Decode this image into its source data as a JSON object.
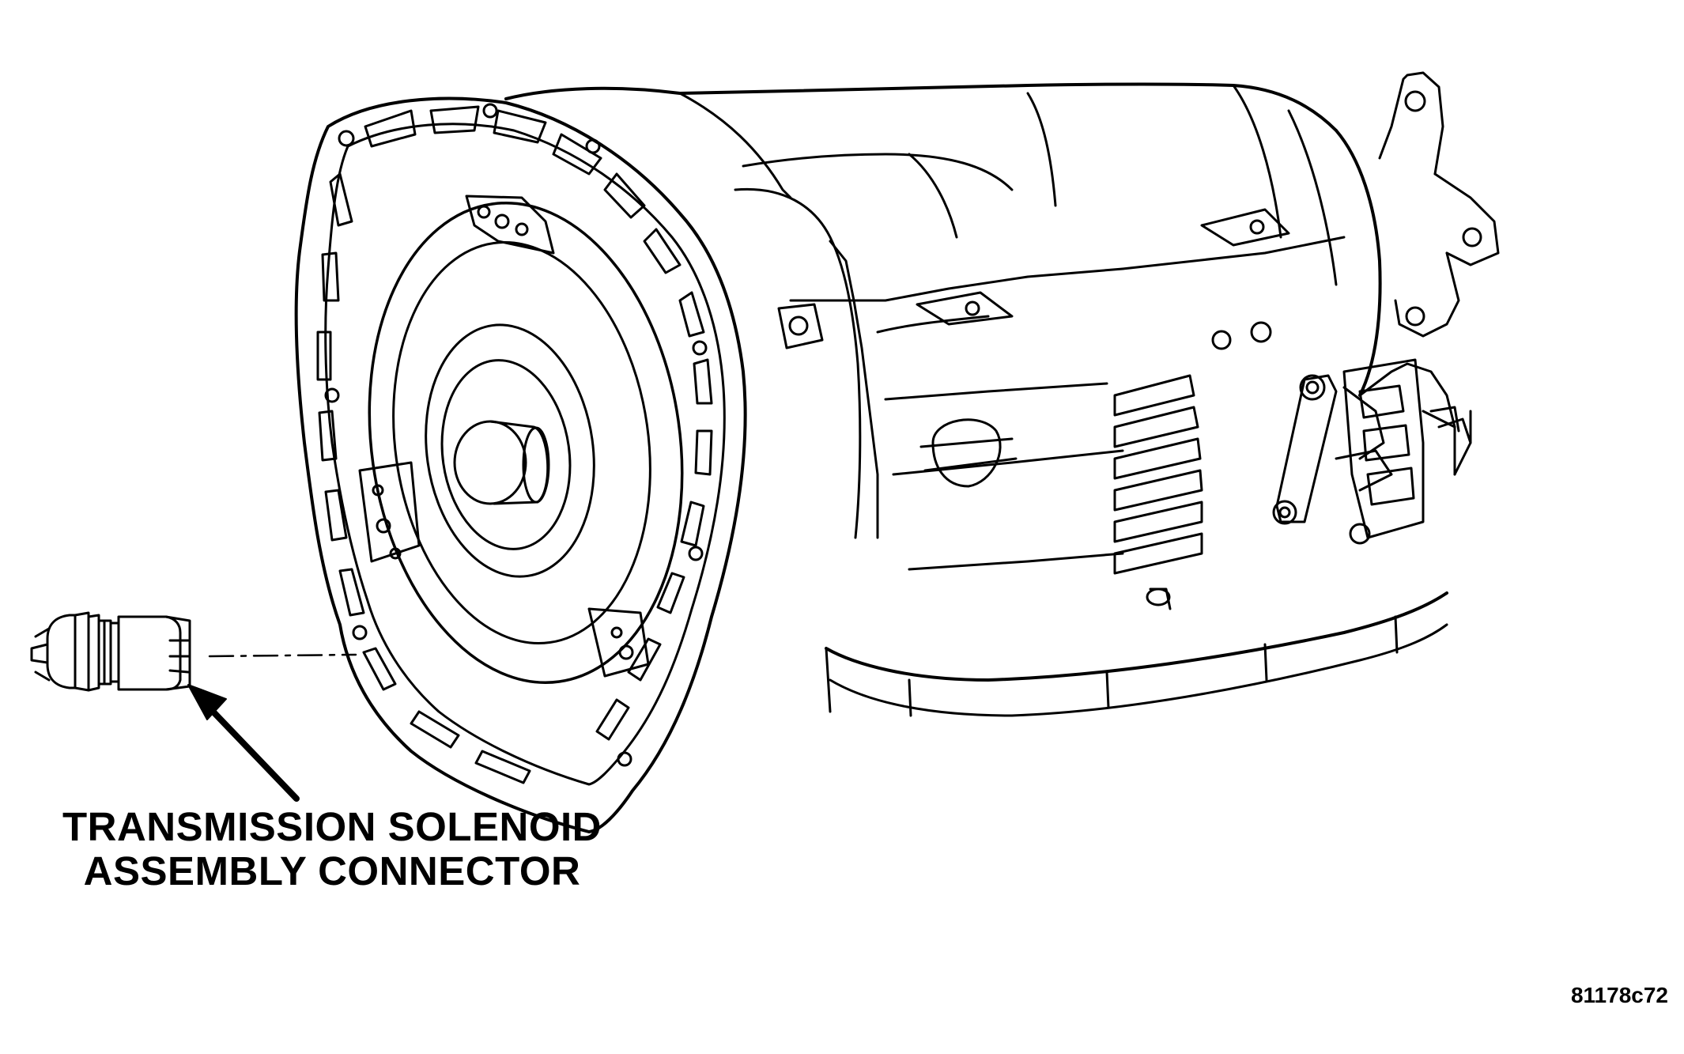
{
  "callout": {
    "line1": "TRANSMISSION SOLENOID",
    "line2": "ASSEMBLY CONNECTOR"
  },
  "figure_id": "81178c72",
  "colors": {
    "line": "#000000",
    "background": "#ffffff"
  }
}
